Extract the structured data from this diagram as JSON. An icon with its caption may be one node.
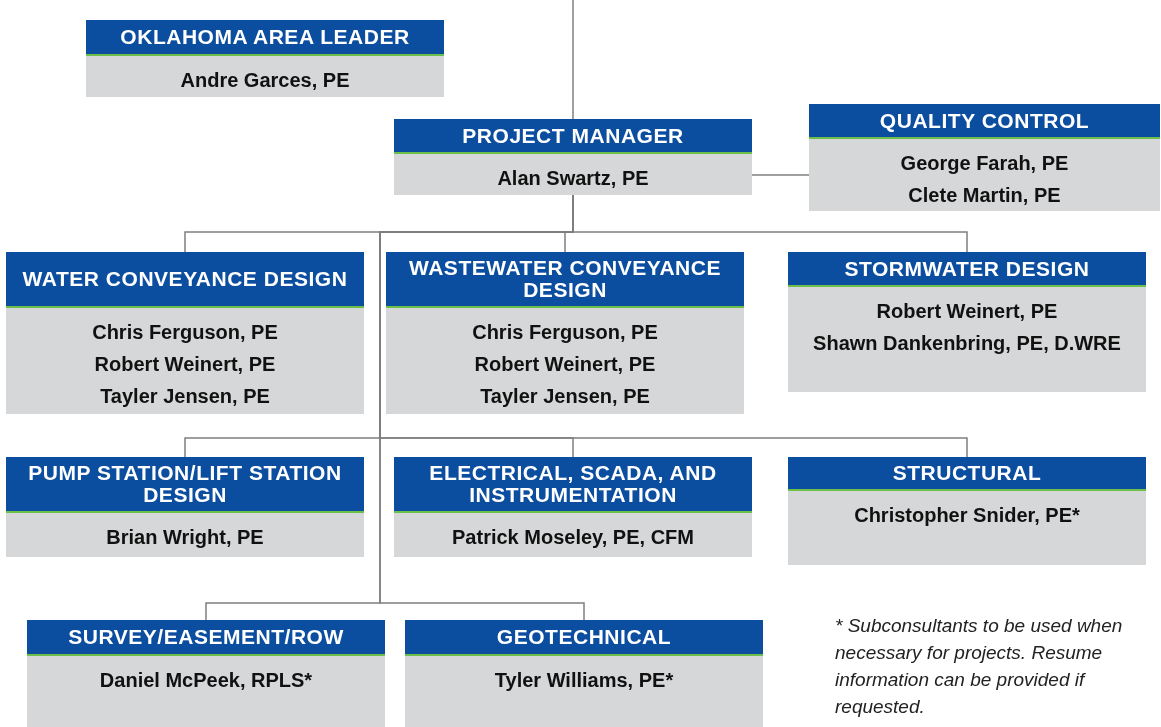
{
  "diagram": {
    "nodes": [
      {
        "text": [
          "OKLAHOMA AREA LEADER",
          "Andre Garces, PE"
        ]
      },
      {
        "text": [
          "PROJECT MANAGER",
          "Alan Swartz, PE"
        ]
      },
      {
        "text": [
          "QUALITY CONTROL",
          "George Farah, PE",
          "Clete Martin, PE"
        ]
      },
      {
        "text": [
          "WATER CONVEYANCE DESIGN",
          "Chris Ferguson, PE",
          "Robert Weinert, PE",
          "Tayler Jensen, PE"
        ]
      },
      {
        "text": [
          "WASTEWATER CONVEYANCE DESIGN",
          "Chris Ferguson, PE",
          "Robert Weinert, PE",
          "Tayler Jensen, PE"
        ]
      },
      {
        "text": [
          "STORMWATER DESIGN",
          "Robert Weinert, PE",
          "Shawn Dankenbring, PE, D.WRE"
        ]
      },
      {
        "text": [
          "PUMP STATION/LIFT STATION DESIGN",
          "Brian Wright, PE"
        ]
      },
      {
        "text": [
          "ELECTRICAL, SCADA, AND INSTRUMENTATION",
          "Patrick Moseley, PE, CFM"
        ]
      },
      {
        "text": [
          "STRUCTURAL",
          "Christopher Snider, PE*"
        ]
      },
      {
        "text": [
          "SURVEY/EASEMENT/ROW",
          "Daniel McPeek, RPLS*"
        ]
      },
      {
        "text": [
          "GEOTECHNICAL",
          "Tyler Williams, PE*"
        ]
      }
    ],
    "edges": [
      {
        "from": null,
        "to": 1,
        "arrow": "none"
      },
      {
        "from": 1,
        "to": 2,
        "arrow": "none"
      },
      {
        "from": 1,
        "to": 3,
        "arrow": "none"
      },
      {
        "from": 1,
        "to": 4,
        "arrow": "none"
      },
      {
        "from": 1,
        "to": 5,
        "arrow": "none"
      },
      {
        "from": 1,
        "to": 6,
        "arrow": "none"
      },
      {
        "from": 1,
        "to": 7,
        "arrow": "none"
      },
      {
        "from": 1,
        "to": 8,
        "arrow": "none"
      },
      {
        "from": 1,
        "to": 9,
        "arrow": "none"
      },
      {
        "from": 1,
        "to": 10,
        "arrow": "none"
      }
    ],
    "labels": [
      "* Subconsultants to be used when necessary for projects. Resume information can be provided if requested."
    ]
  }
}
